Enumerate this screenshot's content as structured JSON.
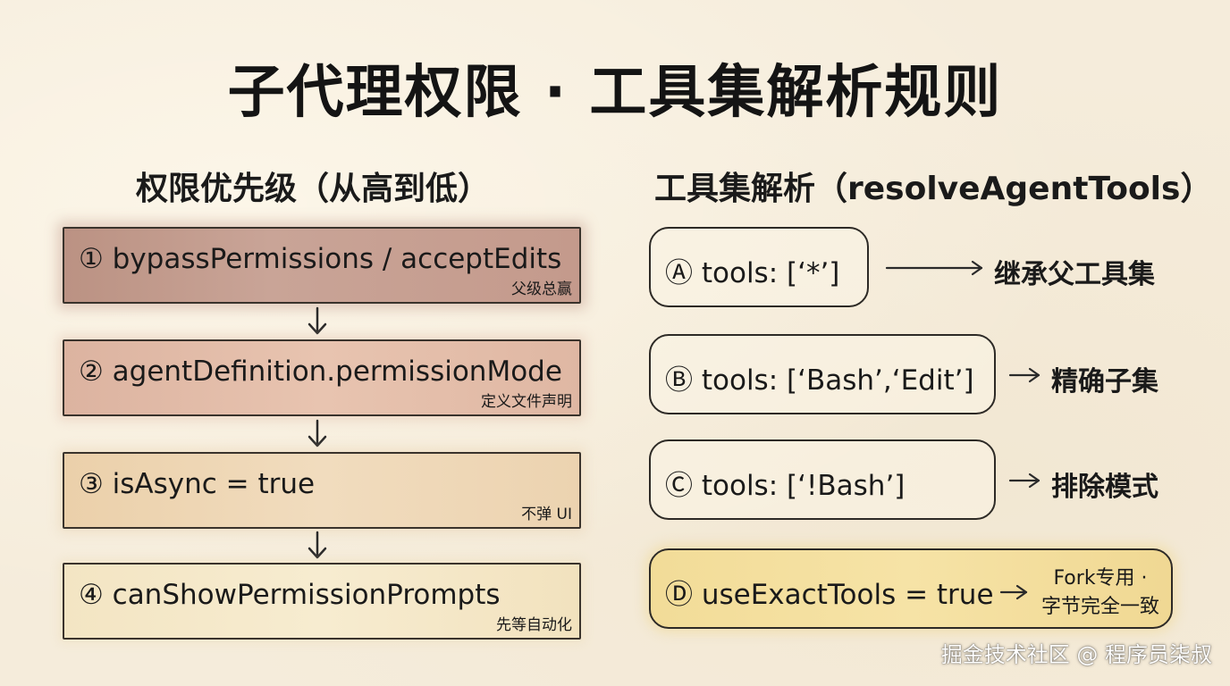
{
  "title": "子代理权限 · 工具集解析规则",
  "left_section": {
    "title": "权限优先级（从高到低）",
    "items": [
      {
        "main": "① bypassPermissions / acceptEdits",
        "sub": "父级总赢"
      },
      {
        "main": "② agentDefinition.permissionMode",
        "sub": "定义文件声明"
      },
      {
        "main": "③ isAsync = true",
        "sub": "不弹 UI"
      },
      {
        "main": "④ canShowPermissionPrompts",
        "sub": "先等自动化"
      }
    ]
  },
  "right_section": {
    "title": "工具集解析（resolveAgentTools）",
    "items": [
      {
        "main": "Ⓐ tools: [‘*’]",
        "result": "继承父工具集"
      },
      {
        "main": "Ⓑ tools: [‘Bash’,‘Edit’]",
        "result": "精确子集"
      },
      {
        "main": "Ⓒ tools: [‘!Bash’]",
        "result": "排除模式"
      },
      {
        "main": "Ⓓ useExactTools = true",
        "result_line1": "Fork专用 ·",
        "result_line2": "字节完全一致"
      }
    ]
  },
  "watermark": "掘金技术社区 @ 程序员柒叔",
  "colors": {
    "priority_1": "#c49a8c",
    "priority_2": "#e8c4b0",
    "priority_3": "#f1dcbe",
    "priority_4": "#f7ecd0",
    "exact_tools_highlight": "#f6e3a6",
    "background": "#f5ecdb"
  }
}
